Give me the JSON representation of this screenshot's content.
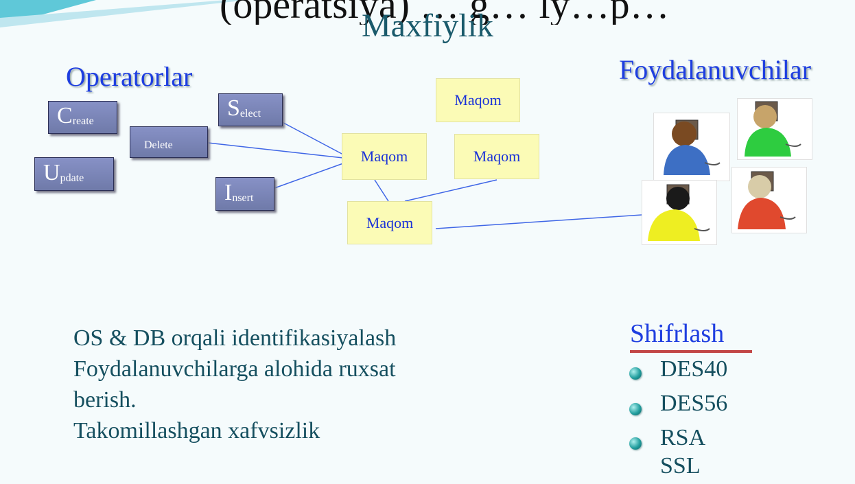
{
  "header": {
    "cut_text": "(operatsiya) … g… ly…p…",
    "title": "Maxfiylik"
  },
  "operators": {
    "heading": "Operatorlar",
    "items": [
      {
        "initial": "C",
        "rest": "reate"
      },
      {
        "initial": "",
        "rest": "Delete"
      },
      {
        "initial": "S",
        "rest": "elect"
      },
      {
        "initial": "U",
        "rest": "pdate"
      },
      {
        "initial": "I",
        "rest": "nsert"
      }
    ]
  },
  "roles": {
    "label": "Maqom"
  },
  "users": {
    "heading": "Foydalanuvchilar"
  },
  "features": {
    "lines": [
      "OS & DB orqali identifikasiyalash",
      "Foydalanuvchilarga  alohida ruxsat",
      "berish.",
      "Takomillashgan xafvsizlik"
    ]
  },
  "encryption": {
    "heading": "Shifrlash",
    "items": [
      "DES40",
      "DES56",
      "RSA",
      "SSL"
    ]
  },
  "colors": {
    "heading_blue": "#1e3ee0",
    "title_teal": "#1a5a6b",
    "text_teal": "#154f5f",
    "role_yellow": "#fbfbb6",
    "operator_purple": "#7f8abf",
    "underline_red": "#c24646"
  }
}
